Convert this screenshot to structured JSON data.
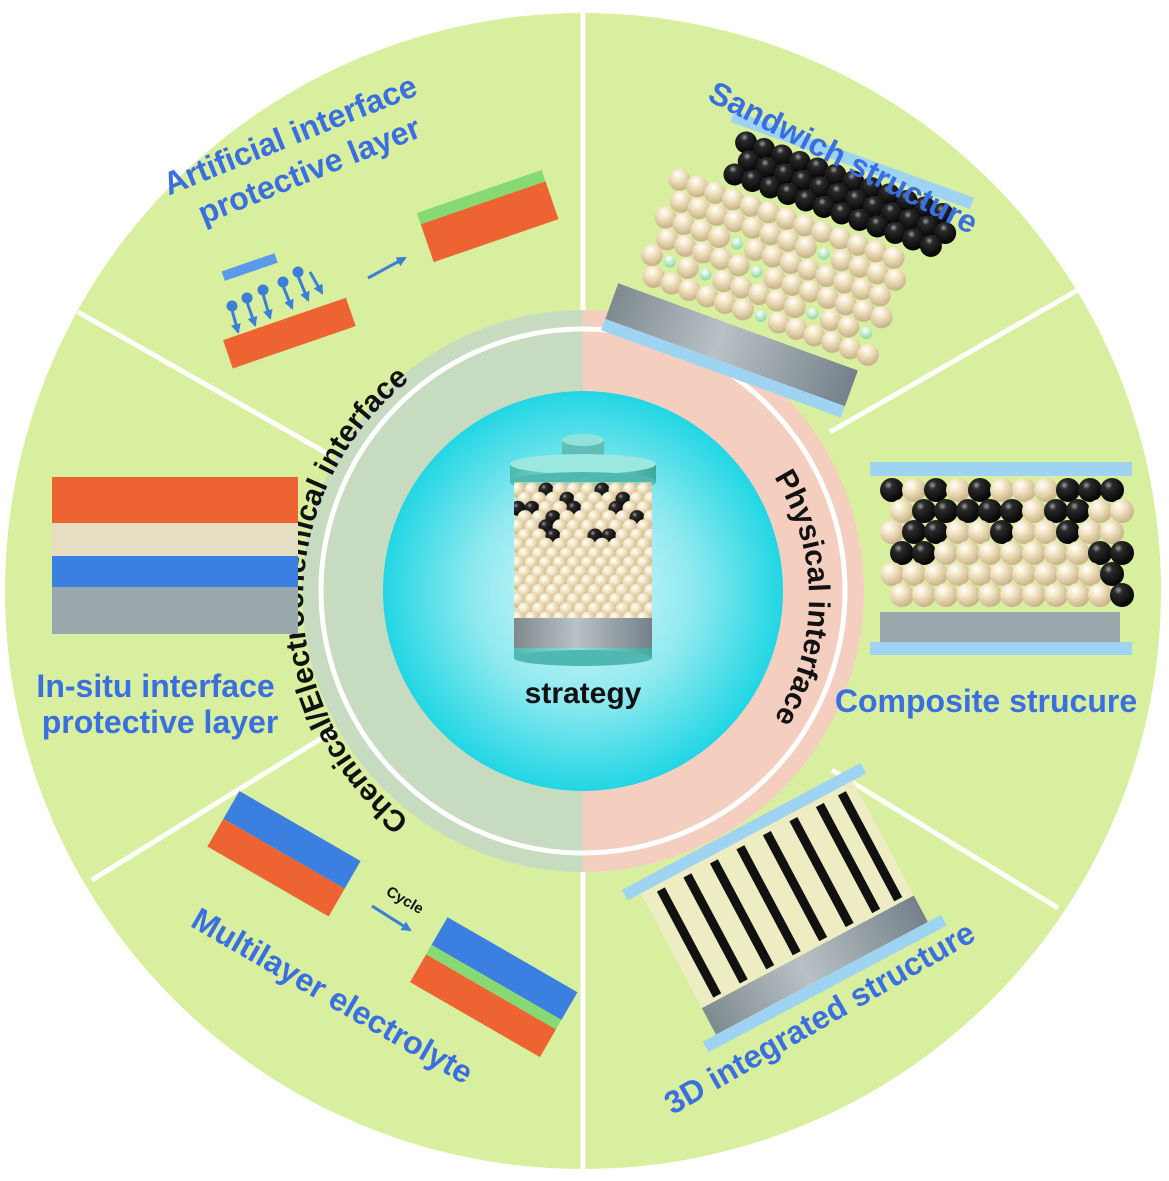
{
  "center": {
    "label": "strategy"
  },
  "ring": {
    "left_label": "Chemical/Electrochemical interface",
    "right_label": "Physical interface"
  },
  "segments": {
    "artificial_line1": "Artificial interface",
    "artificial_line2": "protective layer",
    "sandwich": "Sandwich structure",
    "insitu_line1": "In-situ interface",
    "insitu_line2": "protective layer",
    "composite": "Composite strucure",
    "multilayer": "Multilayer electrolyte",
    "cycle": "Cycle",
    "integrated": "3D integrated structure"
  },
  "colors": {
    "segment_fill": "#d8ef9f",
    "ring_left": "#c7dbc0",
    "ring_right": "#f4cfc0",
    "center_core": "#22d6e4",
    "label_blue": "#3a6fe0",
    "orange": "#ee6332",
    "green": "#86d973",
    "blue_layer": "#3b7fe0",
    "beige": "#e6dec2",
    "gray": "#9aa7ac",
    "light_blue": "#9fd3f2",
    "particle_beige": "#efe0b8",
    "particle_black": "#151515",
    "can_teal": "#6ed1c8"
  }
}
